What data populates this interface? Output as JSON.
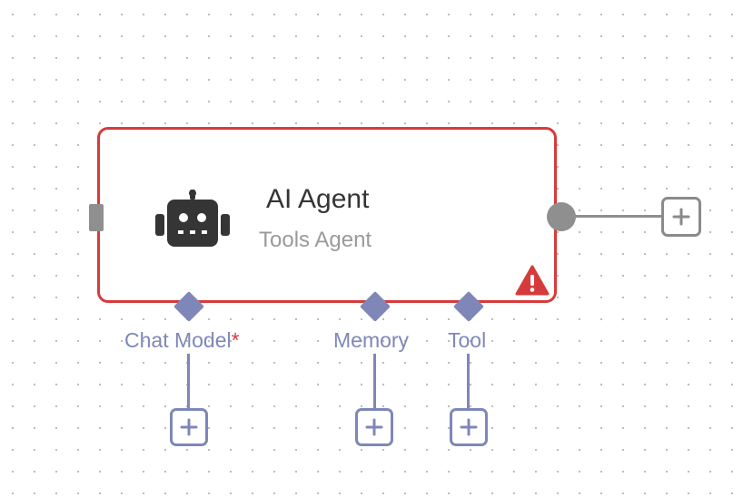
{
  "node": {
    "title": "AI Agent",
    "subtitle": "Tools Agent",
    "icon": "robot-icon",
    "status": "warning-icon",
    "border_color": "#d53b3b"
  },
  "connections": {
    "main_output_add": "plus-icon",
    "sub_nodes": [
      {
        "label": "Chat Model",
        "required_mark": "*",
        "add_icon": "plus-icon"
      },
      {
        "label": "Memory",
        "add_icon": "plus-icon"
      },
      {
        "label": "Tool",
        "add_icon": "plus-icon"
      }
    ],
    "sub_color": "#7f87b8",
    "edge_color": "#8f8f8f"
  }
}
